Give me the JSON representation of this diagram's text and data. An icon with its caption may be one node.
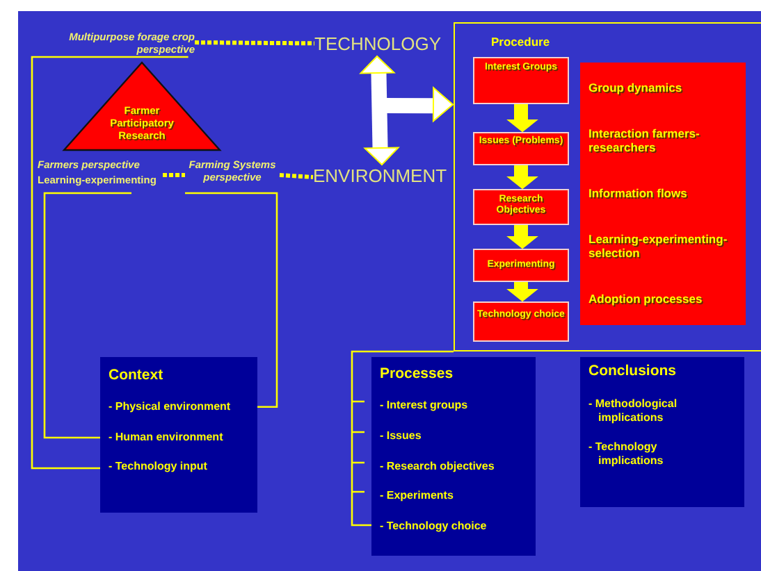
{
  "diagram": {
    "nodes": [
      {
        "text": [
          "Farmer Participatory Research"
        ]
      },
      {
        "text": [
          "Multipurpose forage crop perspective"
        ]
      },
      {
        "text": [
          "TECHNOLOGY"
        ]
      },
      {
        "text": [
          "Farmers perspective",
          "Learning-experimenting"
        ]
      },
      {
        "text": [
          "Farming Systems perspective"
        ]
      },
      {
        "text": [
          "ENVIRONMENT"
        ]
      },
      {
        "text": [
          "Procedure"
        ]
      },
      {
        "text": [
          "Interest Groups"
        ],
        "in": 6
      },
      {
        "text": [
          "Issues (Problems)"
        ],
        "in": 6
      },
      {
        "text": [
          "Research Objectives"
        ],
        "in": 6
      },
      {
        "text": [
          "Experimenting"
        ],
        "in": 6
      },
      {
        "text": [
          "Technology choice"
        ],
        "in": 6
      },
      {
        "text": [
          "Group dynamics",
          "Interaction farmers-researchers",
          "Information flows",
          "Learning-experimenting-selection",
          "Adoption processes"
        ],
        "in": 6
      },
      {
        "text": [
          "Context",
          "- Physical environment",
          "- Human environment",
          "- Technology input"
        ]
      },
      {
        "text": [
          "Processes",
          "- Interest groups",
          "- Issues",
          "- Research objectives",
          "- Experiments",
          "- Technology choice"
        ]
      },
      {
        "text": [
          "Conclusions",
          "- Methodological implications",
          "- Technology implications"
        ]
      }
    ],
    "edges": [
      {
        "from": 1,
        "to": 2,
        "arrow": "none",
        "style": "dashed"
      },
      {
        "from": 3,
        "to": 4,
        "arrow": "none",
        "style": "dashed"
      },
      {
        "from": 4,
        "to": 5,
        "arrow": "none",
        "style": "dashed"
      },
      {
        "from": 2,
        "to": 5,
        "arrow": "both",
        "style": "thick",
        "color": "#ffffff"
      },
      {
        "from": null,
        "to": 6,
        "arrow": "to",
        "style": "thick",
        "color": "#ffffff"
      },
      {
        "from": 7,
        "to": 8,
        "arrow": "to",
        "style": "thick"
      },
      {
        "from": 8,
        "to": 9,
        "arrow": "to",
        "style": "thick"
      },
      {
        "from": 9,
        "to": 10,
        "arrow": "to",
        "style": "thick"
      },
      {
        "from": 10,
        "to": 11,
        "arrow": "to",
        "style": "thick"
      },
      {
        "from": 1,
        "to": 13,
        "arrow": "none"
      },
      {
        "from": 3,
        "to": 13,
        "arrow": "none"
      },
      {
        "from": 4,
        "to": 13,
        "arrow": "none"
      },
      {
        "from": 6,
        "to": 14,
        "arrow": "none"
      }
    ]
  }
}
